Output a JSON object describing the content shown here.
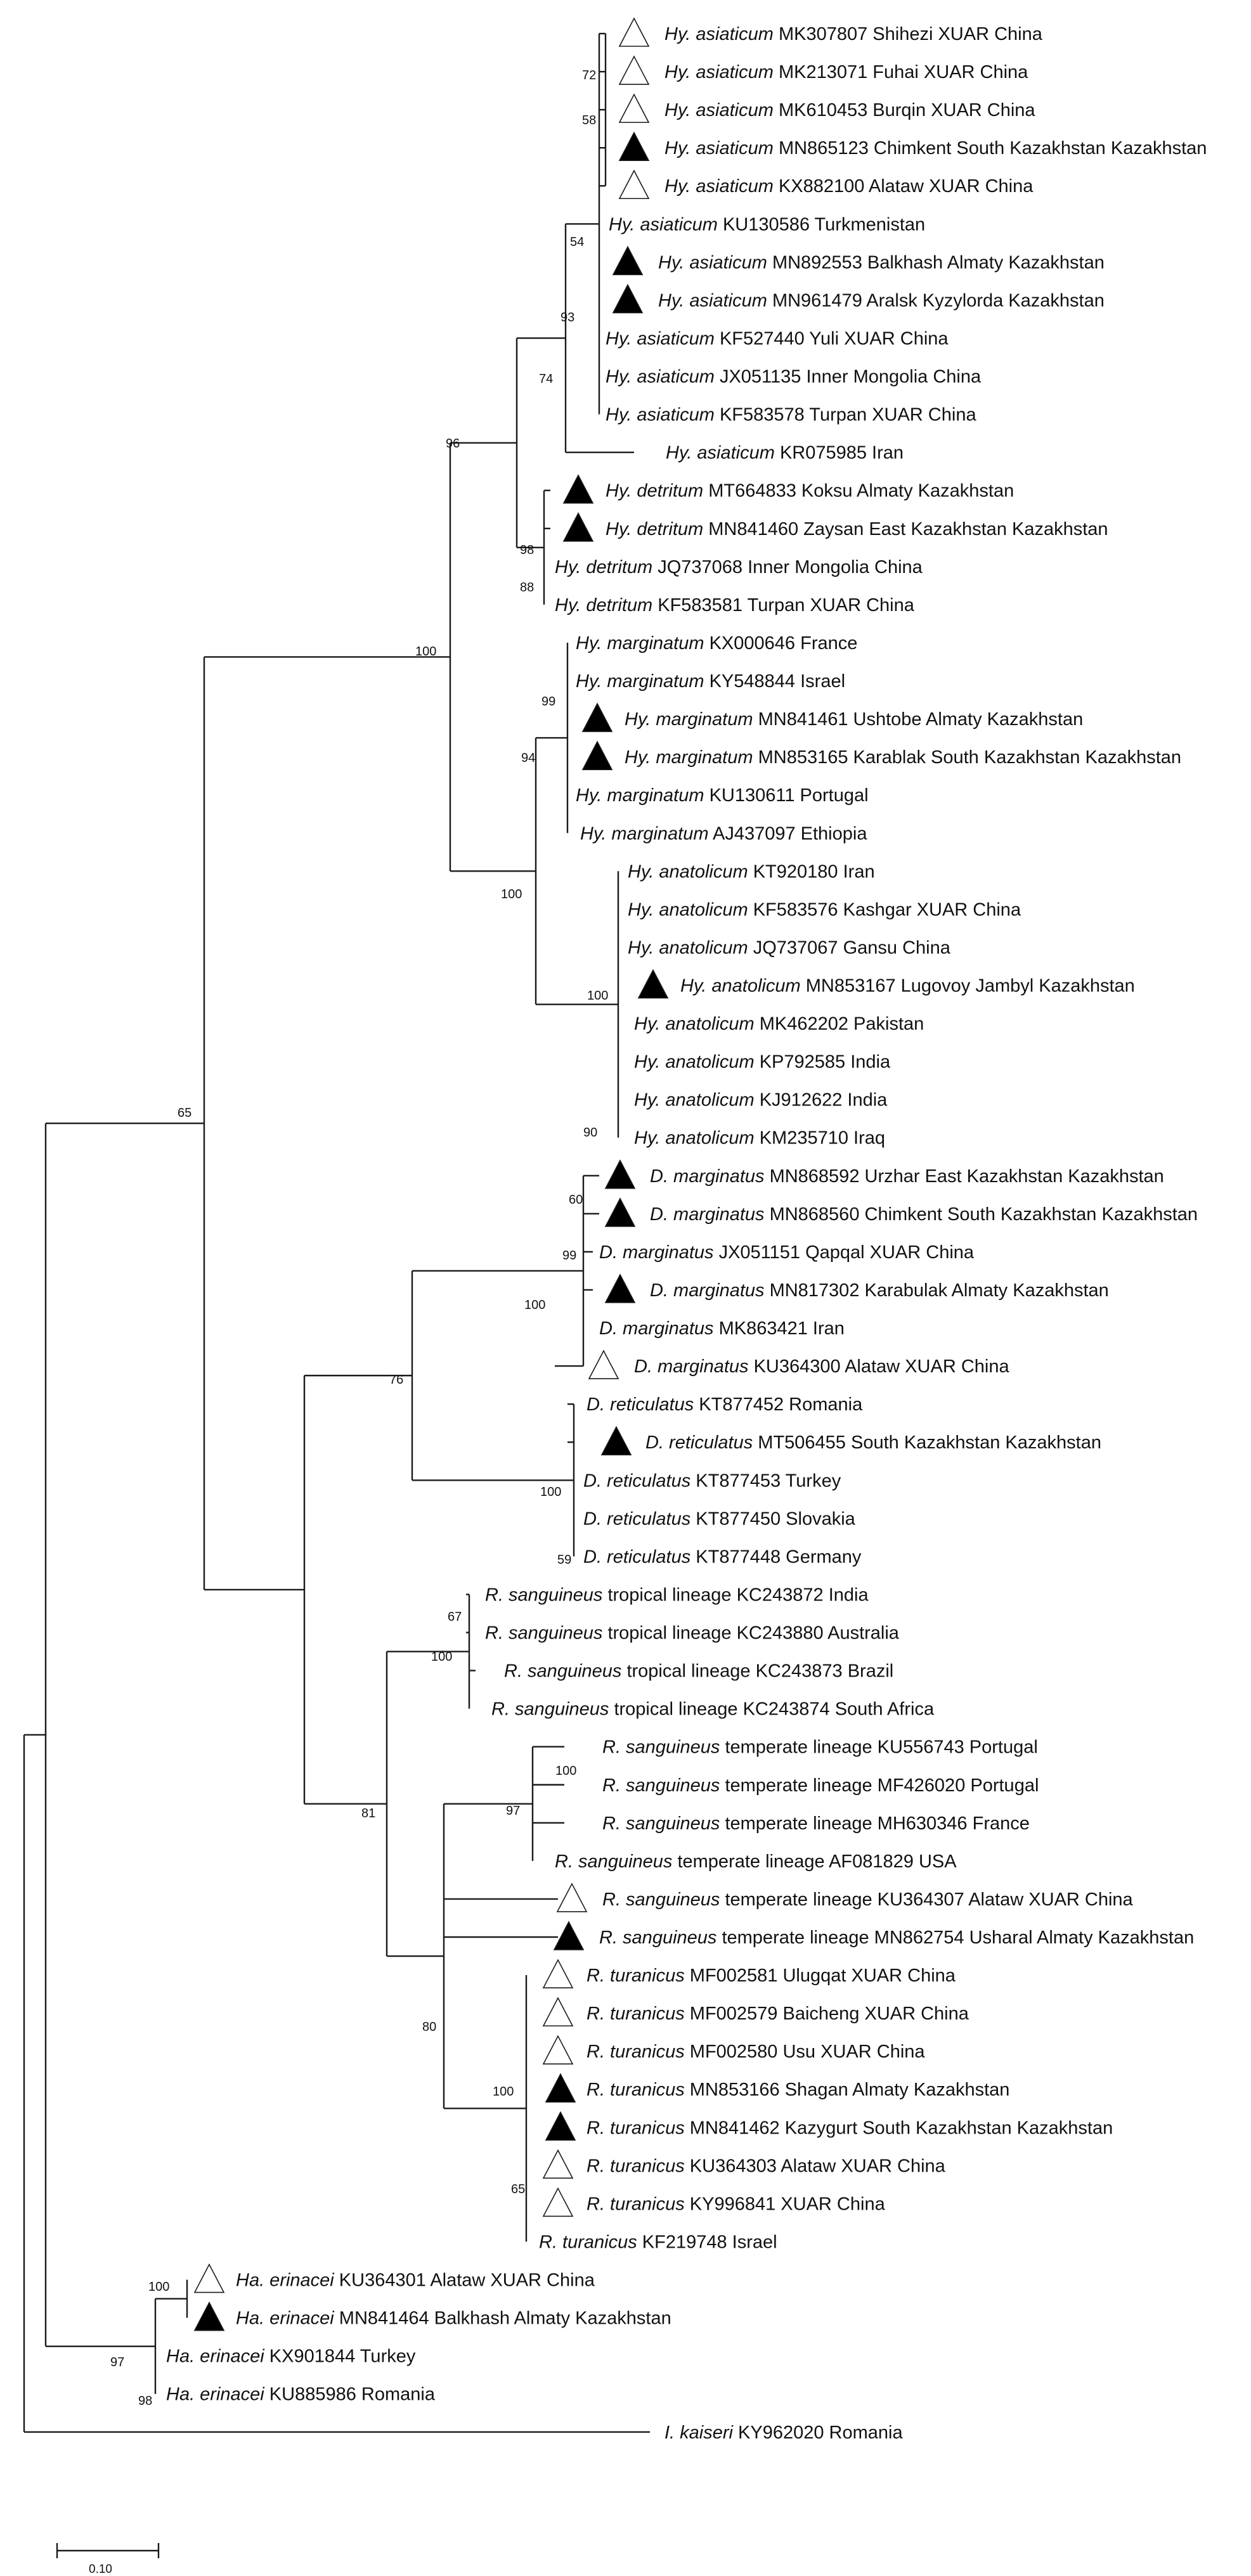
{
  "tree": {
    "leaves": [
      {
        "species": "Hy. asiaticum",
        "rest": " MK307807 Shihezi XUAR China",
        "marker": "open"
      },
      {
        "species": "Hy. asiaticum",
        "rest": " MK213071 Fuhai XUAR China",
        "marker": "open"
      },
      {
        "species": "Hy. asiaticum",
        "rest": " MK610453 Burqin XUAR China",
        "marker": "open"
      },
      {
        "species": "Hy. asiaticum",
        "rest": " MN865123 Chimkent South Kazakhstan Kazakhstan",
        "marker": "filled"
      },
      {
        "species": "Hy. asiaticum",
        "rest": " KX882100 Alataw XUAR China",
        "marker": "open"
      },
      {
        "species": "Hy. asiaticum",
        "rest": " KU130586 Turkmenistan",
        "marker": "none"
      },
      {
        "species": "Hy. asiaticum",
        "rest": " MN892553 Balkhash Almaty Kazakhstan",
        "marker": "filled"
      },
      {
        "species": "Hy. asiaticum",
        "rest": " MN961479 Aralsk Kyzylorda Kazakhstan",
        "marker": "filled"
      },
      {
        "species": "Hy. asiaticum",
        "rest": " KF527440 Yuli XUAR China",
        "marker": "none"
      },
      {
        "species": "Hy. asiaticum",
        "rest": " JX051135 Inner Mongolia China",
        "marker": "none"
      },
      {
        "species": "Hy. asiaticum",
        "rest": " KF583578 Turpan XUAR China",
        "marker": "none"
      },
      {
        "species": "Hy. asiaticum",
        "rest": " KR075985 Iran",
        "marker": "none"
      },
      {
        "species": "Hy. detritum",
        "rest": " MT664833 Koksu Almaty Kazakhstan",
        "marker": "filled"
      },
      {
        "species": "Hy. detritum",
        "rest": " MN841460 Zaysan East Kazakhstan Kazakhstan",
        "marker": "filled"
      },
      {
        "species": "Hy. detritum",
        "rest": " JQ737068 Inner Mongolia China",
        "marker": "none"
      },
      {
        "species": "Hy. detritum",
        "rest": " KF583581 Turpan XUAR China",
        "marker": "none"
      },
      {
        "species": "Hy. marginatum",
        "rest": " KX000646 France",
        "marker": "none"
      },
      {
        "species": "Hy. marginatum",
        "rest": " KY548844 Israel",
        "marker": "none"
      },
      {
        "species": "Hy. marginatum",
        "rest": " MN841461 Ushtobe Almaty Kazakhstan",
        "marker": "filled"
      },
      {
        "species": "Hy. marginatum",
        "rest": " MN853165 Karablak South Kazakhstan Kazakhstan",
        "marker": "filled"
      },
      {
        "species": "Hy. marginatum",
        "rest": " KU130611 Portugal",
        "marker": "none"
      },
      {
        "species": "Hy. marginatum",
        "rest": " AJ437097 Ethiopia",
        "marker": "none"
      },
      {
        "species": "Hy. anatolicum",
        "rest": " KT920180 Iran",
        "marker": "none"
      },
      {
        "species": "Hy. anatolicum",
        "rest": " KF583576 Kashgar XUAR China",
        "marker": "none"
      },
      {
        "species": "Hy. anatolicum",
        "rest": " JQ737067 Gansu China",
        "marker": "none"
      },
      {
        "species": "Hy. anatolicum",
        "rest": " MN853167 Lugovoy Jambyl Kazakhstan",
        "marker": "filled"
      },
      {
        "species": "Hy. anatolicum",
        "rest": " MK462202 Pakistan",
        "marker": "none"
      },
      {
        "species": "Hy. anatolicum",
        "rest": " KP792585 India",
        "marker": "none"
      },
      {
        "species": "Hy. anatolicum",
        "rest": " KJ912622 India",
        "marker": "none"
      },
      {
        "species": "Hy. anatolicum",
        "rest": " KM235710 Iraq",
        "marker": "none"
      },
      {
        "species": "D. marginatus",
        "rest": " MN868592 Urzhar East Kazakhstan Kazakhstan",
        "marker": "filled"
      },
      {
        "species": "D. marginatus",
        "rest": " MN868560 Chimkent South Kazakhstan Kazakhstan",
        "marker": "filled"
      },
      {
        "species": "D. marginatus",
        "rest": " JX051151 Qapqal XUAR China",
        "marker": "none"
      },
      {
        "species": "D. marginatus",
        "rest": " MN817302 Karabulak Almaty Kazakhstan",
        "marker": "filled"
      },
      {
        "species": "D. marginatus",
        "rest": " MK863421 Iran",
        "marker": "none"
      },
      {
        "species": "D. marginatus",
        "rest": " KU364300 Alataw XUAR China",
        "marker": "open"
      },
      {
        "species": "D. reticulatus",
        "rest": " KT877452 Romania",
        "marker": "none"
      },
      {
        "species": "D. reticulatus",
        "rest": " MT506455 South Kazakhstan Kazakhstan",
        "marker": "filled"
      },
      {
        "species": "D. reticulatus",
        "rest": " KT877453 Turkey",
        "marker": "none"
      },
      {
        "species": "D. reticulatus",
        "rest": " KT877450 Slovakia",
        "marker": "none"
      },
      {
        "species": "D. reticulatus",
        "rest": " KT877448 Germany",
        "marker": "none"
      },
      {
        "species": "R. sanguineus",
        "rest": " tropical lineage KC243872 India",
        "marker": "none"
      },
      {
        "species": "R. sanguineus",
        "rest": " tropical lineage KC243880 Australia",
        "marker": "none"
      },
      {
        "species": "R. sanguineus",
        "rest": " tropical lineage KC243873 Brazil",
        "marker": "none"
      },
      {
        "species": "R. sanguineus",
        "rest": " tropical lineage KC243874 South Africa",
        "marker": "none"
      },
      {
        "species": "R. sanguineus",
        "rest": " temperate lineage KU556743 Portugal",
        "marker": "none"
      },
      {
        "species": "R. sanguineus",
        "rest": " temperate lineage MF426020 Portugal",
        "marker": "none"
      },
      {
        "species": "R. sanguineus",
        "rest": " temperate lineage MH630346 France",
        "marker": "none"
      },
      {
        "species": "R. sanguineus",
        "rest": " temperate lineage AF081829 USA",
        "marker": "none"
      },
      {
        "species": "R. sanguineus",
        "rest": " temperate lineage KU364307 Alataw XUAR China",
        "marker": "open"
      },
      {
        "species": "R. sanguineus",
        "rest": " temperate lineage MN862754 Usharal Almaty Kazakhstan",
        "marker": "filled"
      },
      {
        "species": "R. turanicus",
        "rest": " MF002581 Ulugqat XUAR China",
        "marker": "open"
      },
      {
        "species": "R. turanicus",
        "rest": " MF002579 Baicheng XUAR China",
        "marker": "open"
      },
      {
        "species": "R. turanicus",
        "rest": " MF002580 Usu XUAR China",
        "marker": "open"
      },
      {
        "species": "R. turanicus",
        "rest": " MN853166 Shagan Almaty Kazakhstan",
        "marker": "filled"
      },
      {
        "species": "R. turanicus",
        "rest": " MN841462 Kazygurt South Kazakhstan Kazakhstan",
        "marker": "filled"
      },
      {
        "species": "R. turanicus",
        "rest": " KU364303 Alataw XUAR China",
        "marker": "open"
      },
      {
        "species": "R. turanicus",
        "rest": " KY996841 XUAR China",
        "marker": "open"
      },
      {
        "species": "R. turanicus",
        "rest": " KF219748 Israel",
        "marker": "none"
      },
      {
        "species": "Ha. erinacei",
        "rest": " KU364301 Alataw XUAR China",
        "marker": "open"
      },
      {
        "species": "Ha. erinacei",
        "rest": " MN841464 Balkhash Almaty Kazakhstan",
        "marker": "filled"
      },
      {
        "species": "Ha. erinacei",
        "rest": " KX901844 Turkey",
        "marker": "none"
      },
      {
        "species": "Ha. erinacei",
        "rest": " KU885986 Romania",
        "marker": "none"
      },
      {
        "species": "I. kaiseri",
        "rest": " KY962020 Romania",
        "marker": "none"
      }
    ],
    "support": [
      "72",
      "58",
      "54",
      "93",
      "74",
      "96",
      "98",
      "88",
      "100",
      "99",
      "94",
      "100",
      "100",
      "90",
      "65",
      "60",
      "99",
      "100",
      "76",
      "100",
      "59",
      "67",
      "100",
      "81",
      "100",
      "97",
      "80",
      "100",
      "65",
      "100",
      "97",
      "98"
    ],
    "scale_label": "0.10",
    "colors": {
      "line": "#1a1a1a",
      "text": "#111111",
      "marker_fill": "#000000",
      "background": "#ffffff"
    }
  }
}
